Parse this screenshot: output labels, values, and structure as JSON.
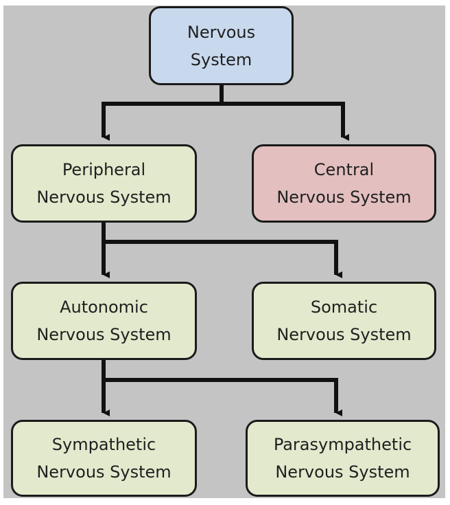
{
  "colors": {
    "panel_background": "#c4c4c4",
    "root_fill": "#c8d9ee",
    "central_fill": "#e3bfbf",
    "peripheral_branch_fill": "#e2e9cd",
    "border": "#1a1a1a",
    "connector": "#111111"
  },
  "nodes": {
    "nervous_system": {
      "line1": "Nervous",
      "line2": "System"
    },
    "peripheral": {
      "line1": "Peripheral",
      "line2": "Nervous System"
    },
    "central": {
      "line1": "Central",
      "line2": "Nervous System"
    },
    "autonomic": {
      "line1": "Autonomic",
      "line2": "Nervous System"
    },
    "somatic": {
      "line1": "Somatic",
      "line2": "Nervous System"
    },
    "sympathetic": {
      "line1": "Sympathetic",
      "line2": "Nervous System"
    },
    "parasympathetic": {
      "line1": "Parasympathetic",
      "line2": "Nervous System"
    }
  }
}
